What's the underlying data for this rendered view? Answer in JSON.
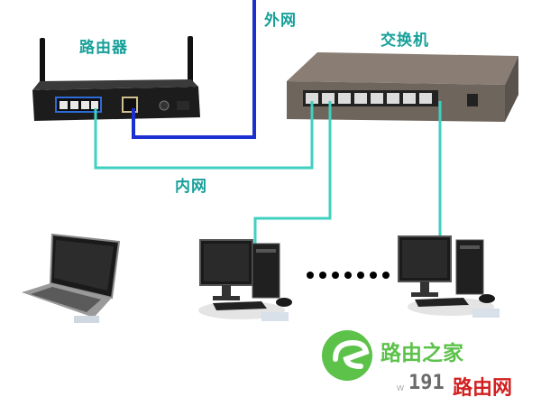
{
  "labels": {
    "router": "路由器",
    "switch": "交换机",
    "wan": "外网",
    "lan": "内网"
  },
  "watermark": {
    "brand_cn": "路由之家",
    "site_num": "191",
    "site_cn": "路由网",
    "site_prefix": "w"
  },
  "colors": {
    "label": "#16a09a",
    "wan_cable": "#1c2fd0",
    "lan_cable": "#3fd0c0",
    "router_body": "#1c1c1c",
    "switch_body": "#7a7068",
    "logo_green": "#5cc24a"
  }
}
